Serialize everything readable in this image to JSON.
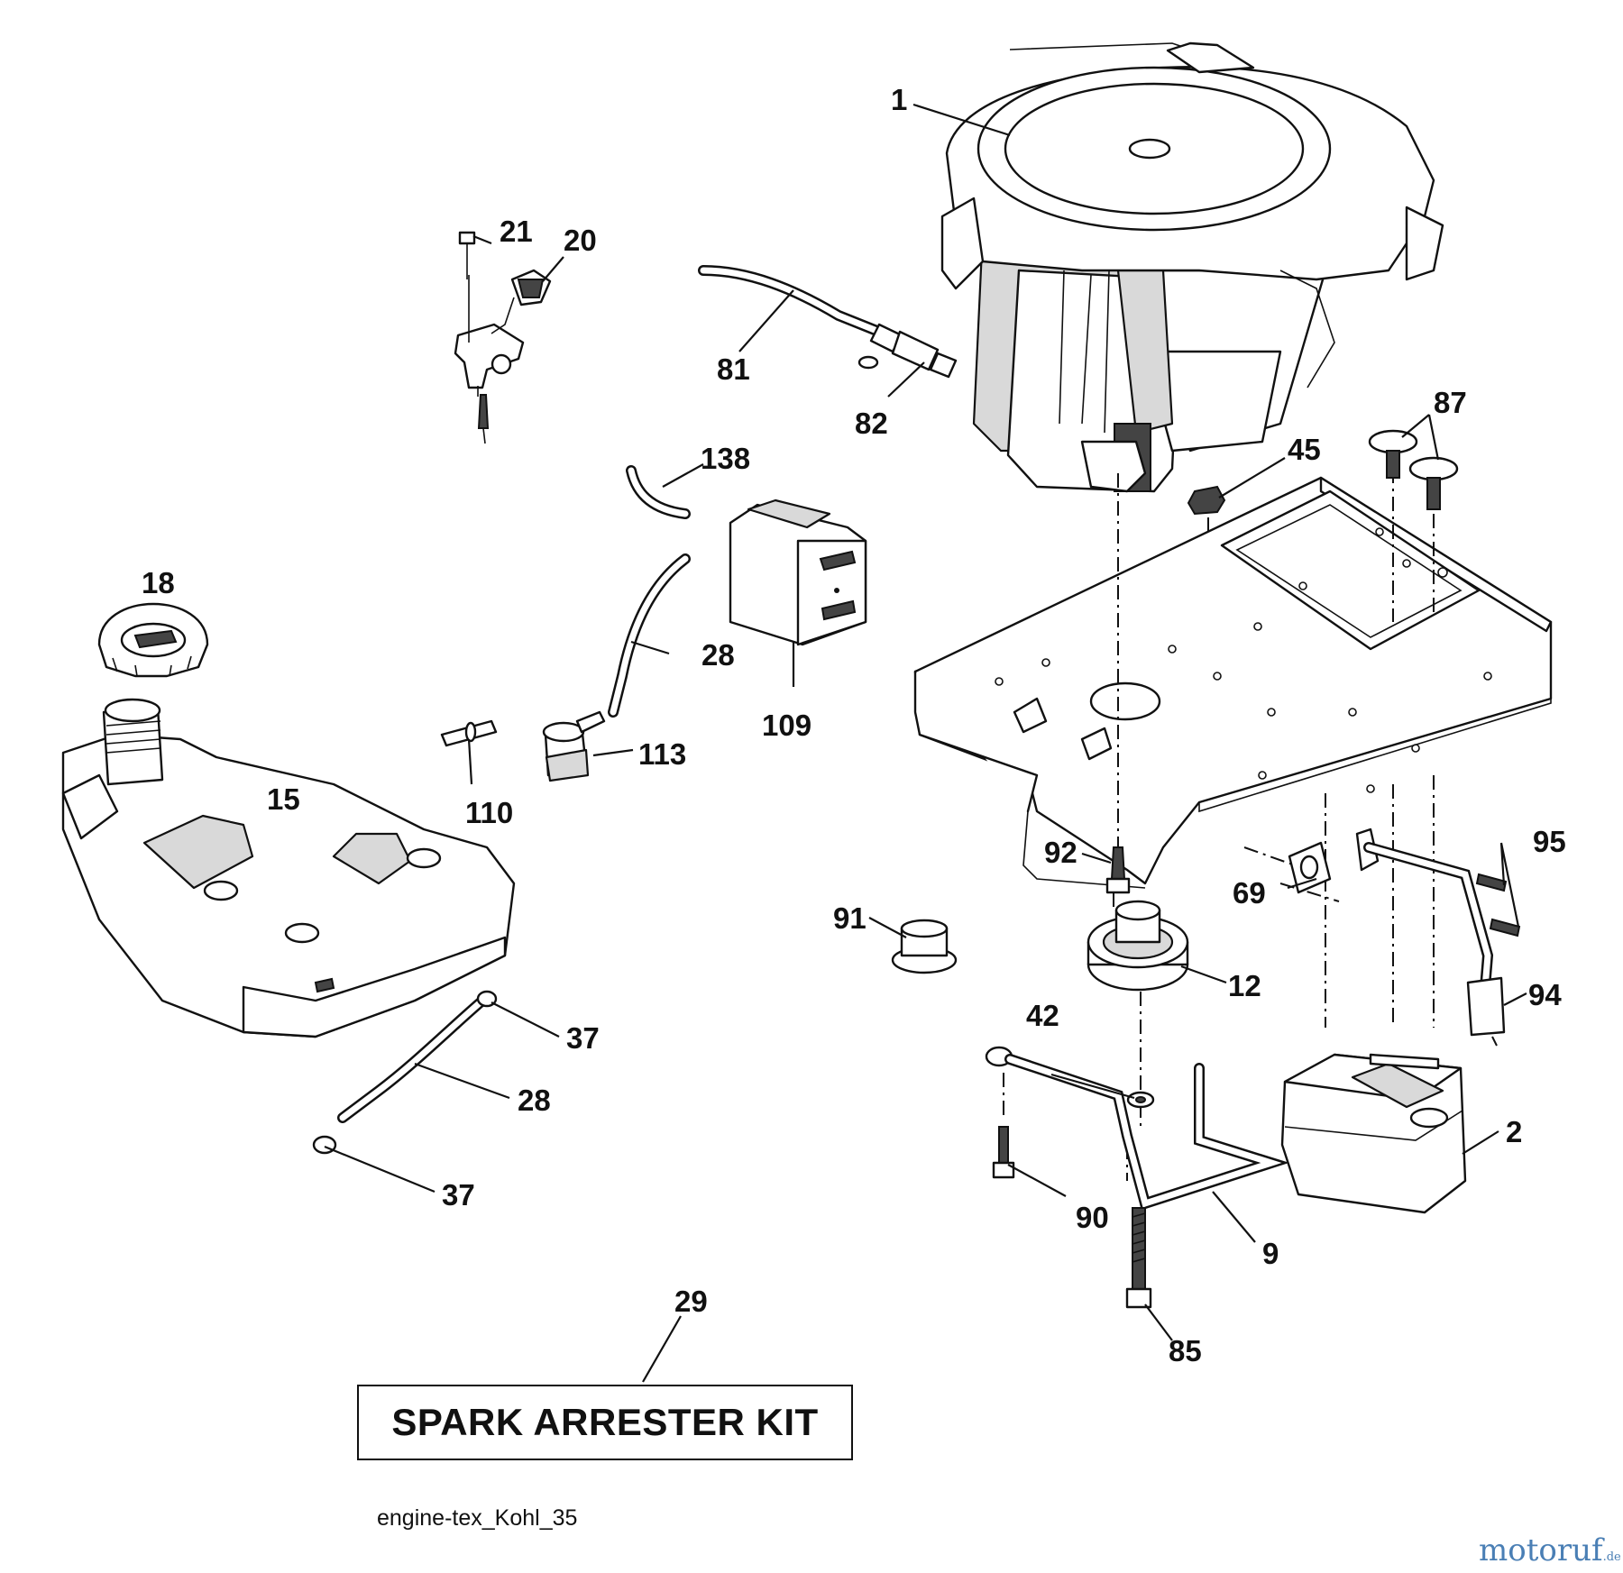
{
  "diagram": {
    "callouts": [
      "1",
      "21",
      "20",
      "81",
      "82",
      "87",
      "45",
      "138",
      "18",
      "28",
      "109",
      "15",
      "113",
      "110",
      "92",
      "95",
      "69",
      "91",
      "12",
      "94",
      "42",
      "37",
      "28",
      "2",
      "37",
      "90",
      "9",
      "29",
      "85"
    ],
    "kit_label": "SPARK ARRESTER KIT",
    "drawing_id": "engine-tex_Kohl_35",
    "watermark": "motoruf",
    "watermark_tld": ".de"
  }
}
